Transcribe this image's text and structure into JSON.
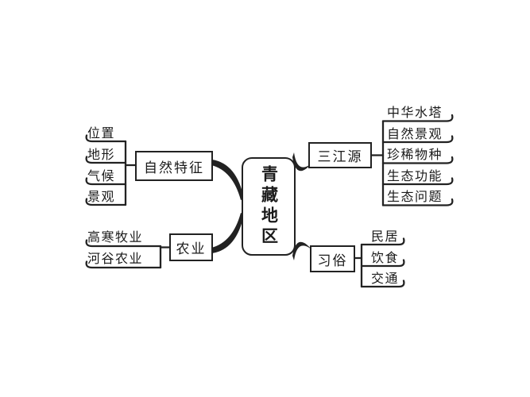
{
  "center": {
    "label": "青藏地区"
  },
  "branches": [
    {
      "label": "自然特征",
      "children": [
        "位置",
        "地形",
        "气候",
        "景观"
      ]
    },
    {
      "label": "农业",
      "children": [
        "高寒牧业",
        "河谷农业"
      ]
    },
    {
      "label": "三江源",
      "children": [
        "中华水塔",
        "自然景观",
        "珍稀物种",
        "生态功能",
        "生态问题"
      ]
    },
    {
      "label": "习俗",
      "children": [
        "民居",
        "饮食",
        "交通"
      ]
    }
  ],
  "colors": {
    "line": "#222222",
    "text": "#1a1a1a",
    "background": "#ffffff"
  }
}
